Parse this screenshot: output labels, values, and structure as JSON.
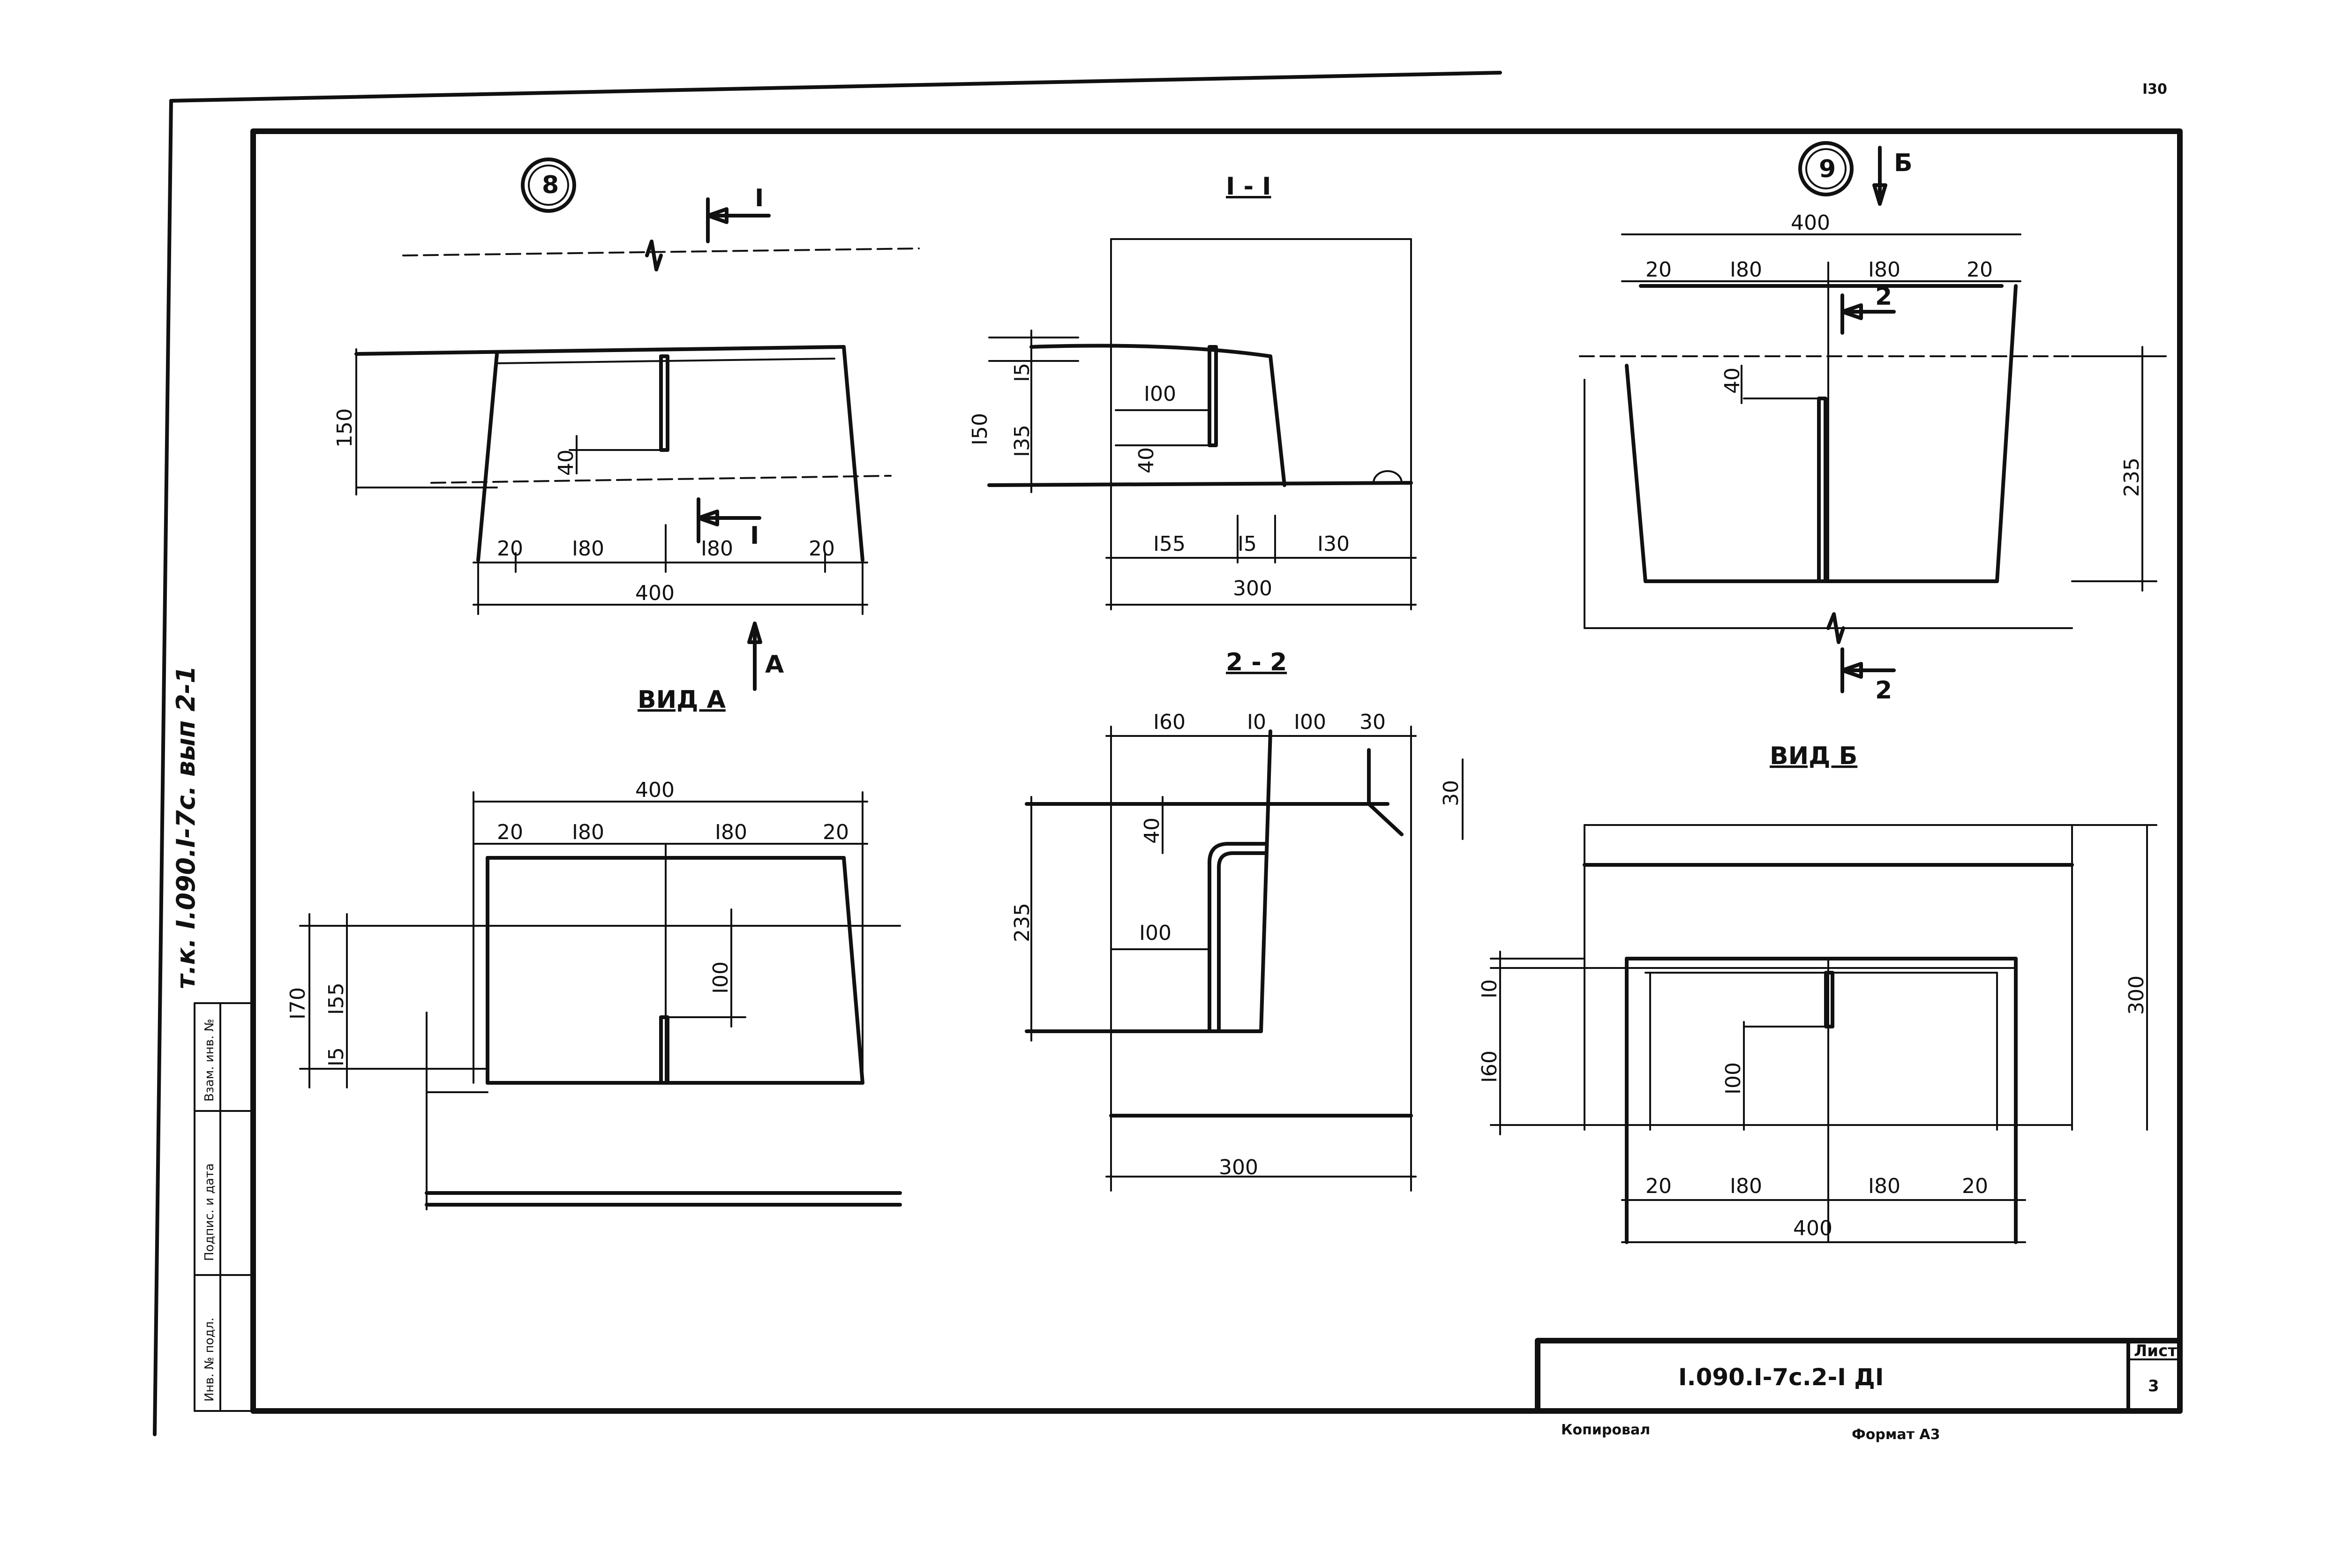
{
  "title_block": {
    "code": "I.090.I-7c.2-I ДI",
    "sheet_label": "Лист",
    "sheet_number": "3",
    "copied_by": "Копировал",
    "format": "Формат А3"
  },
  "side_label": "т.к. I.090.I-7с. вып 2-1",
  "stamp_columns": [
    "Инв. № подл.",
    "Подпис. и дата",
    "Взам. инв. №"
  ],
  "corner_mark": "I30",
  "views": {
    "node8": {
      "marker": "8",
      "cut_label": "I",
      "view_arrow": "А",
      "dims": [
        "150",
        "40",
        "20",
        "I80",
        "I80",
        "20",
        "400"
      ]
    },
    "section_1_1": {
      "title": "I - I",
      "dims": [
        "I50",
        "I5",
        "I35",
        "I00",
        "40",
        "I55",
        "I5",
        "I30",
        "300"
      ]
    },
    "node9": {
      "marker": "9",
      "view_arrow": "Б",
      "cut_label": "2",
      "dims": [
        "400",
        "20",
        "I80",
        "I80",
        "20",
        "40",
        "235"
      ]
    },
    "view_a": {
      "title": "ВИД А",
      "dims": [
        "400",
        "20",
        "I80",
        "I80",
        "20",
        "I70",
        "I55",
        "I5",
        "I00"
      ]
    },
    "section_2_2": {
      "title": "2 - 2",
      "dims": [
        "I60",
        "I0",
        "I00",
        "30",
        "30",
        "40",
        "235",
        "I00",
        "300"
      ]
    },
    "view_b": {
      "title": "ВИД Б",
      "dims": [
        "I0",
        "I60",
        "I00",
        "300",
        "20",
        "I80",
        "I80",
        "20",
        "400"
      ]
    }
  }
}
